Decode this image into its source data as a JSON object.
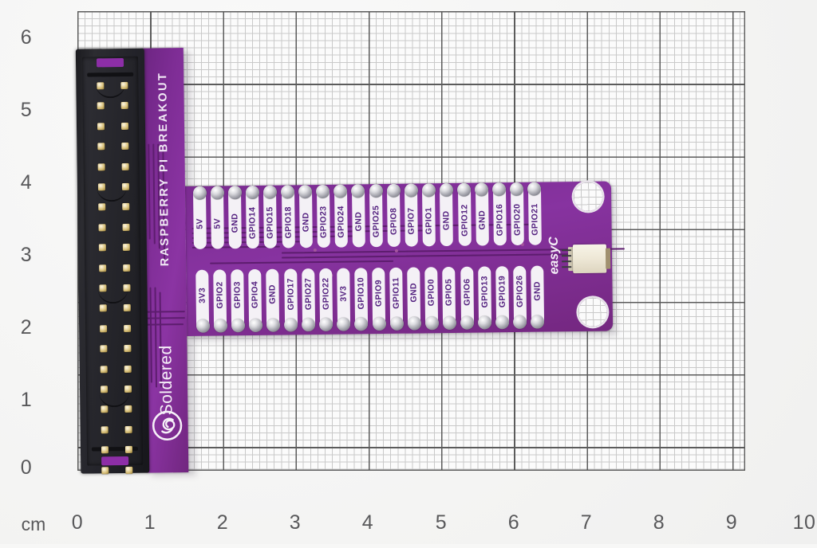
{
  "scene": {
    "subject": "Raspberry Pi GPIO T-Breakout board photographed on graph paper",
    "background_color": "#f6f6f5"
  },
  "ruler": {
    "unit_label": "cm",
    "horizontal_ticks": [
      "0",
      "1",
      "2",
      "3",
      "4",
      "5",
      "6",
      "7",
      "8",
      "9",
      "10"
    ],
    "vertical_ticks": [
      "6",
      "5",
      "4",
      "3",
      "2",
      "1",
      "0"
    ],
    "tick_color": "#58585a",
    "major_line_color": "#5b5b5b",
    "minor_line_color": "#c9c9c9",
    "paper_color": "#fbfbfb"
  },
  "board": {
    "silk_title": "RASPBERRY PI BREAKOUT",
    "brand_name": "Soldered",
    "brand_logo_icon": "soldered-swirl-logo",
    "connector_silk": "easyC",
    "pcb_color": "#7c2c92",
    "silk_color": "#f2eaf6",
    "pad_label_color": "#53207f",
    "pad_ring_color": "#f4f1f6",
    "top_row_pads": [
      "5V",
      "5V",
      "GND",
      "GPIO14",
      "GPIO15",
      "GPIO18",
      "GND",
      "GPIO23",
      "GPIO24",
      "GND",
      "GPIO25",
      "GPIO8",
      "GPIO7",
      "GPIO1",
      "GND",
      "GPIO12",
      "GND",
      "GPIO16",
      "GPIO20",
      "GPIO21"
    ],
    "bottom_row_pads": [
      "3V3",
      "GPIO2",
      "GPIO3",
      "GPIO4",
      "GND",
      "GPIO17",
      "GPIO27",
      "GPIO22",
      "3V3",
      "GPIO10",
      "GPIO9",
      "GPIO11",
      "GND",
      "GPIO0",
      "GPIO5",
      "GPIO6",
      "GPIO13",
      "GPIO19",
      "GPIO26",
      "GND"
    ],
    "mounting_holes": 2,
    "idc_header": {
      "name": "40-pin IDC box header",
      "color": "#23232a",
      "pin_rows": 2,
      "pins_per_row": 20,
      "notch_color": "#8d2ea7"
    },
    "jst_connector": {
      "name": "easyC / Qwiic JST-SH connector",
      "color": "#f2ecdc",
      "pins": 4
    }
  }
}
